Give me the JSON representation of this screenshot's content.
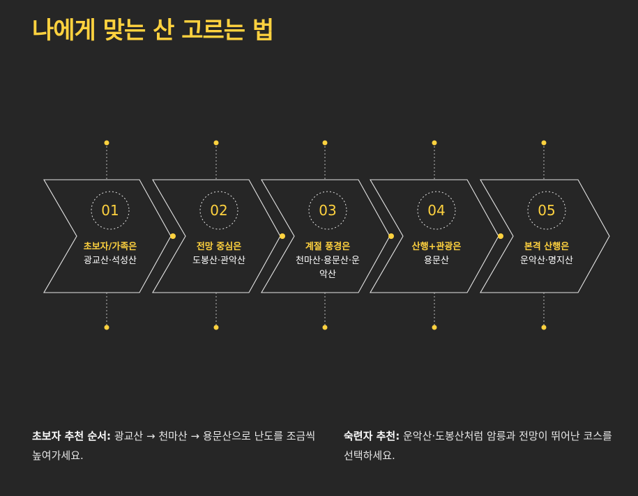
{
  "title": "나에게 맞는 산 고르는 법",
  "steps": [
    {
      "num": "01",
      "title": "초보자/가족은",
      "desc": "광교산·석성산"
    },
    {
      "num": "02",
      "title": "전망 중심은",
      "desc": "도봉산·관악산"
    },
    {
      "num": "03",
      "title": "계절 풍경은",
      "desc": "천마산·용문산·운악산"
    },
    {
      "num": "04",
      "title": "산행+관광은",
      "desc": "용문산"
    },
    {
      "num": "05",
      "title": "본격 산행은",
      "desc": "운악산·명지산"
    }
  ],
  "footer": {
    "left_label": "초보자 추천 순서:",
    "left_text": " 광교산 → 천마산 → 용문산으로 난도를 조금씩 높여가세요.",
    "right_label": "숙련자 추천:",
    "right_text": " 운악산·도봉산처럼 암릉과 전망이 뛰어난 코스를 선택하세요."
  },
  "colors": {
    "accent": "#ffd23f",
    "background": "#262626",
    "outline": "#e6e6e6"
  }
}
